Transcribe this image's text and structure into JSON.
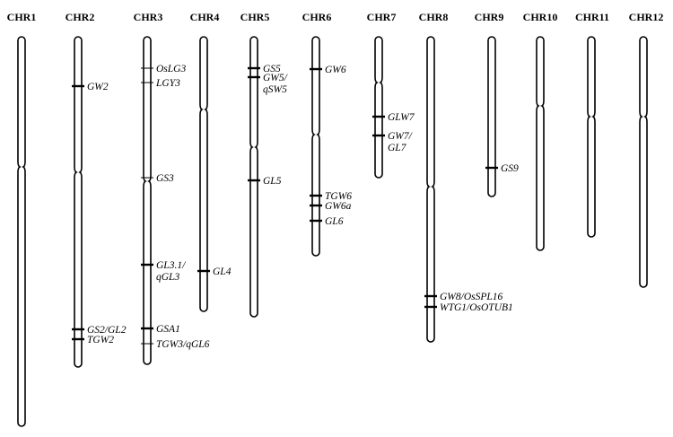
{
  "figure": {
    "chromosomes": [
      {
        "name": "CHR1",
        "loci": []
      },
      {
        "name": "CHR2",
        "loci": [
          {
            "label": "GW2",
            "style": "thick"
          },
          {
            "label": "GS2/GL2",
            "style": "thick"
          },
          {
            "label": "TGW2",
            "style": "thick"
          }
        ]
      },
      {
        "name": "CHR3",
        "loci": [
          {
            "label": "OsLG3",
            "style": "thin"
          },
          {
            "label": "LGY3",
            "style": "thin"
          },
          {
            "label": "GS3",
            "style": "thin"
          },
          {
            "label": "GL3.1/",
            "label2": "qGL3",
            "style": "thick"
          },
          {
            "label": "GSA1",
            "style": "thick"
          },
          {
            "label": "TGW3/qGL6",
            "style": "thin"
          }
        ]
      },
      {
        "name": "CHR4",
        "loci": [
          {
            "label": "GL4",
            "style": "thick"
          }
        ]
      },
      {
        "name": "CHR5",
        "loci": [
          {
            "label": "GS5",
            "style": "thick"
          },
          {
            "label": "GW5/",
            "label2": "qSW5",
            "style": "thick"
          },
          {
            "label": "GL5",
            "style": "thick"
          }
        ]
      },
      {
        "name": "CHR6",
        "loci": [
          {
            "label": "GW6",
            "style": "thick"
          },
          {
            "label": "TGW6",
            "style": "thick"
          },
          {
            "label": "GW6a",
            "style": "thick"
          },
          {
            "label": "GL6",
            "style": "thick"
          }
        ]
      },
      {
        "name": "CHR7",
        "loci": [
          {
            "label": "GLW7",
            "style": "thick"
          },
          {
            "label": "GW7/",
            "label2": "GL7",
            "style": "thick"
          }
        ]
      },
      {
        "name": "CHR8",
        "loci": [
          {
            "label": "GW8/OsSPL16",
            "style": "thick"
          },
          {
            "label": "WTG1/OsOTUB1",
            "style": "thick"
          }
        ]
      },
      {
        "name": "CHR9",
        "loci": [
          {
            "label": "GS9",
            "style": "thick"
          }
        ]
      },
      {
        "name": "CHR10",
        "loci": []
      },
      {
        "name": "CHR11",
        "loci": []
      },
      {
        "name": "CHR12",
        "loci": []
      }
    ]
  }
}
